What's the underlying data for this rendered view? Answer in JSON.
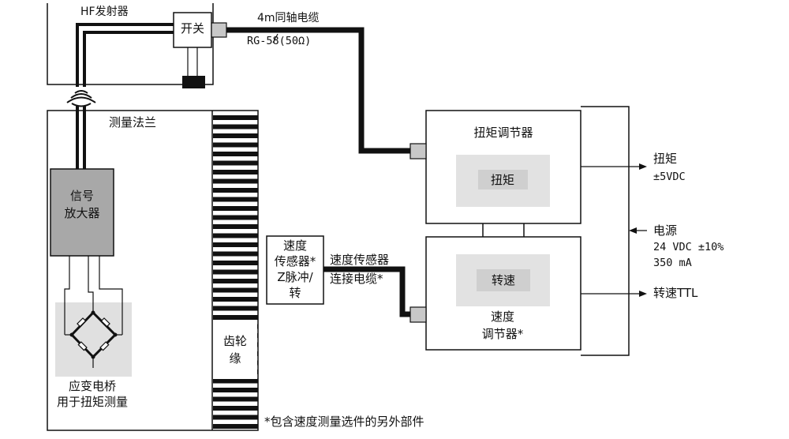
{
  "labels": {
    "hf_transmitter": "HF发射器",
    "switch": "开关",
    "coax_cable": "4m同轴电缆",
    "rg58": "RG-58(50Ω)",
    "measuring_flange": "测量法兰",
    "signal_amplifier_line1": "信号",
    "signal_amplifier_line2": "放大器",
    "strain_bridge_line1": "应变电桥",
    "strain_bridge_line2": "用于扭矩测量",
    "gear_rim_line1": "齿轮",
    "gear_rim_line2": "缘",
    "speed_sensor_line1": "速度",
    "speed_sensor_line2": "传感器*",
    "speed_sensor_line3": "Z脉冲/",
    "speed_sensor_line4": "转",
    "speed_cable_line1": "速度传感器",
    "speed_cable_line2": "连接电缆*",
    "torque_conditioner_title": "扭矩调节器",
    "torque_display": "扭矩",
    "speed_display": "转速",
    "speed_conditioner_line1": "速度",
    "speed_conditioner_line2": "调节器*",
    "torque_output_line1": "扭矩",
    "torque_output_line2": "±5VDC",
    "power_line1": "电源",
    "power_line2": "24 VDC ±10%",
    "power_line3": "350 mA",
    "speed_output": "转速TTL",
    "footnote": "*包含速度测量选件的另外部件"
  },
  "colors": {
    "line": "#111111",
    "amplifier_fill": "#a8a8a8",
    "connector_fill": "#c8c8c8",
    "display_bg": "#e2e2e2",
    "display_label_bg": "#cfcfcf",
    "bridge_bg": "#e0e0e0"
  }
}
